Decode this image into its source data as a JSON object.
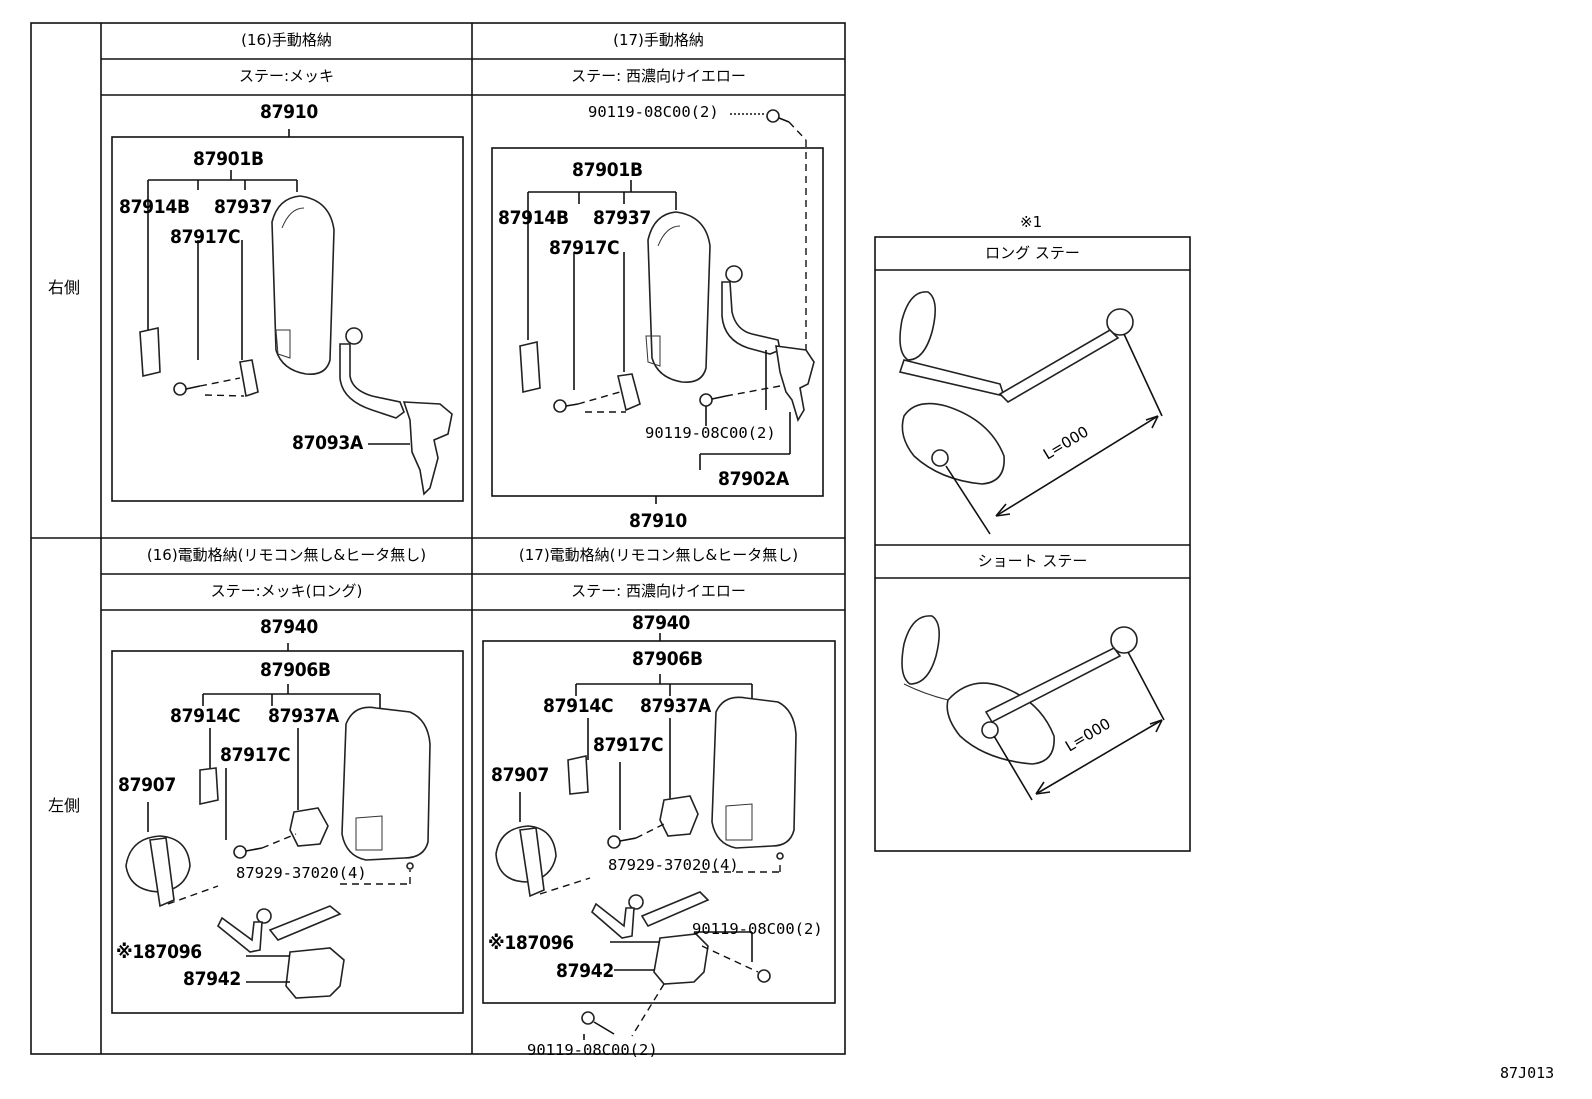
{
  "grid": {
    "side_right": "右側",
    "side_left": "左側",
    "upper": {
      "col1_title": "(16)手動格納",
      "col1_sub": "ステー:メッキ",
      "col2_title": "(17)手動格納",
      "col2_sub": "ステー: 西濃向けイエロー"
    },
    "lower": {
      "col1_title": "(16)電動格納(リモコン無し&ヒータ無し)",
      "col1_sub": "ステー:メッキ(ロング)",
      "col2_title": "(17)電動格納(リモコン無し&ヒータ無し)",
      "col2_sub": "ステー: 西濃向けイエロー"
    }
  },
  "panel_ur": {
    "assy": "87910",
    "sub": "87901B",
    "p1": "87914B",
    "p2": "87937",
    "p3": "87917C",
    "p4": "87093A"
  },
  "panel_ul": {
    "bolt_top": "90119-08C00(2)",
    "sub": "87901B",
    "p1": "87914B",
    "p2": "87937",
    "p3": "87917C",
    "bolt_mid": "90119-08C00(2)",
    "p4": "87902A",
    "assy": "87910"
  },
  "panel_lr": {
    "assy": "87940",
    "sub": "87906B",
    "p1": "87914C",
    "p2": "87937A",
    "p3": "87917C",
    "p4": "87907",
    "screw": "87929-37020(4)",
    "p5": "※187096",
    "p6": "87942"
  },
  "panel_ll": {
    "assy": "87940",
    "sub": "87906B",
    "p1": "87914C",
    "p2": "87937A",
    "p3": "87917C",
    "p4": "87907",
    "screw": "87929-37020(4)",
    "p5": "※187096",
    "bolt_a": "90119-08C00(2)",
    "p6": "87942",
    "bolt_b": "90119-08C00(2)"
  },
  "side_table": {
    "note": "※1",
    "long_label": "ロング  ステー",
    "long_dim": "L=000",
    "short_label": "ショート  ステー",
    "short_dim": "L=000"
  },
  "figure_code": "87J013"
}
